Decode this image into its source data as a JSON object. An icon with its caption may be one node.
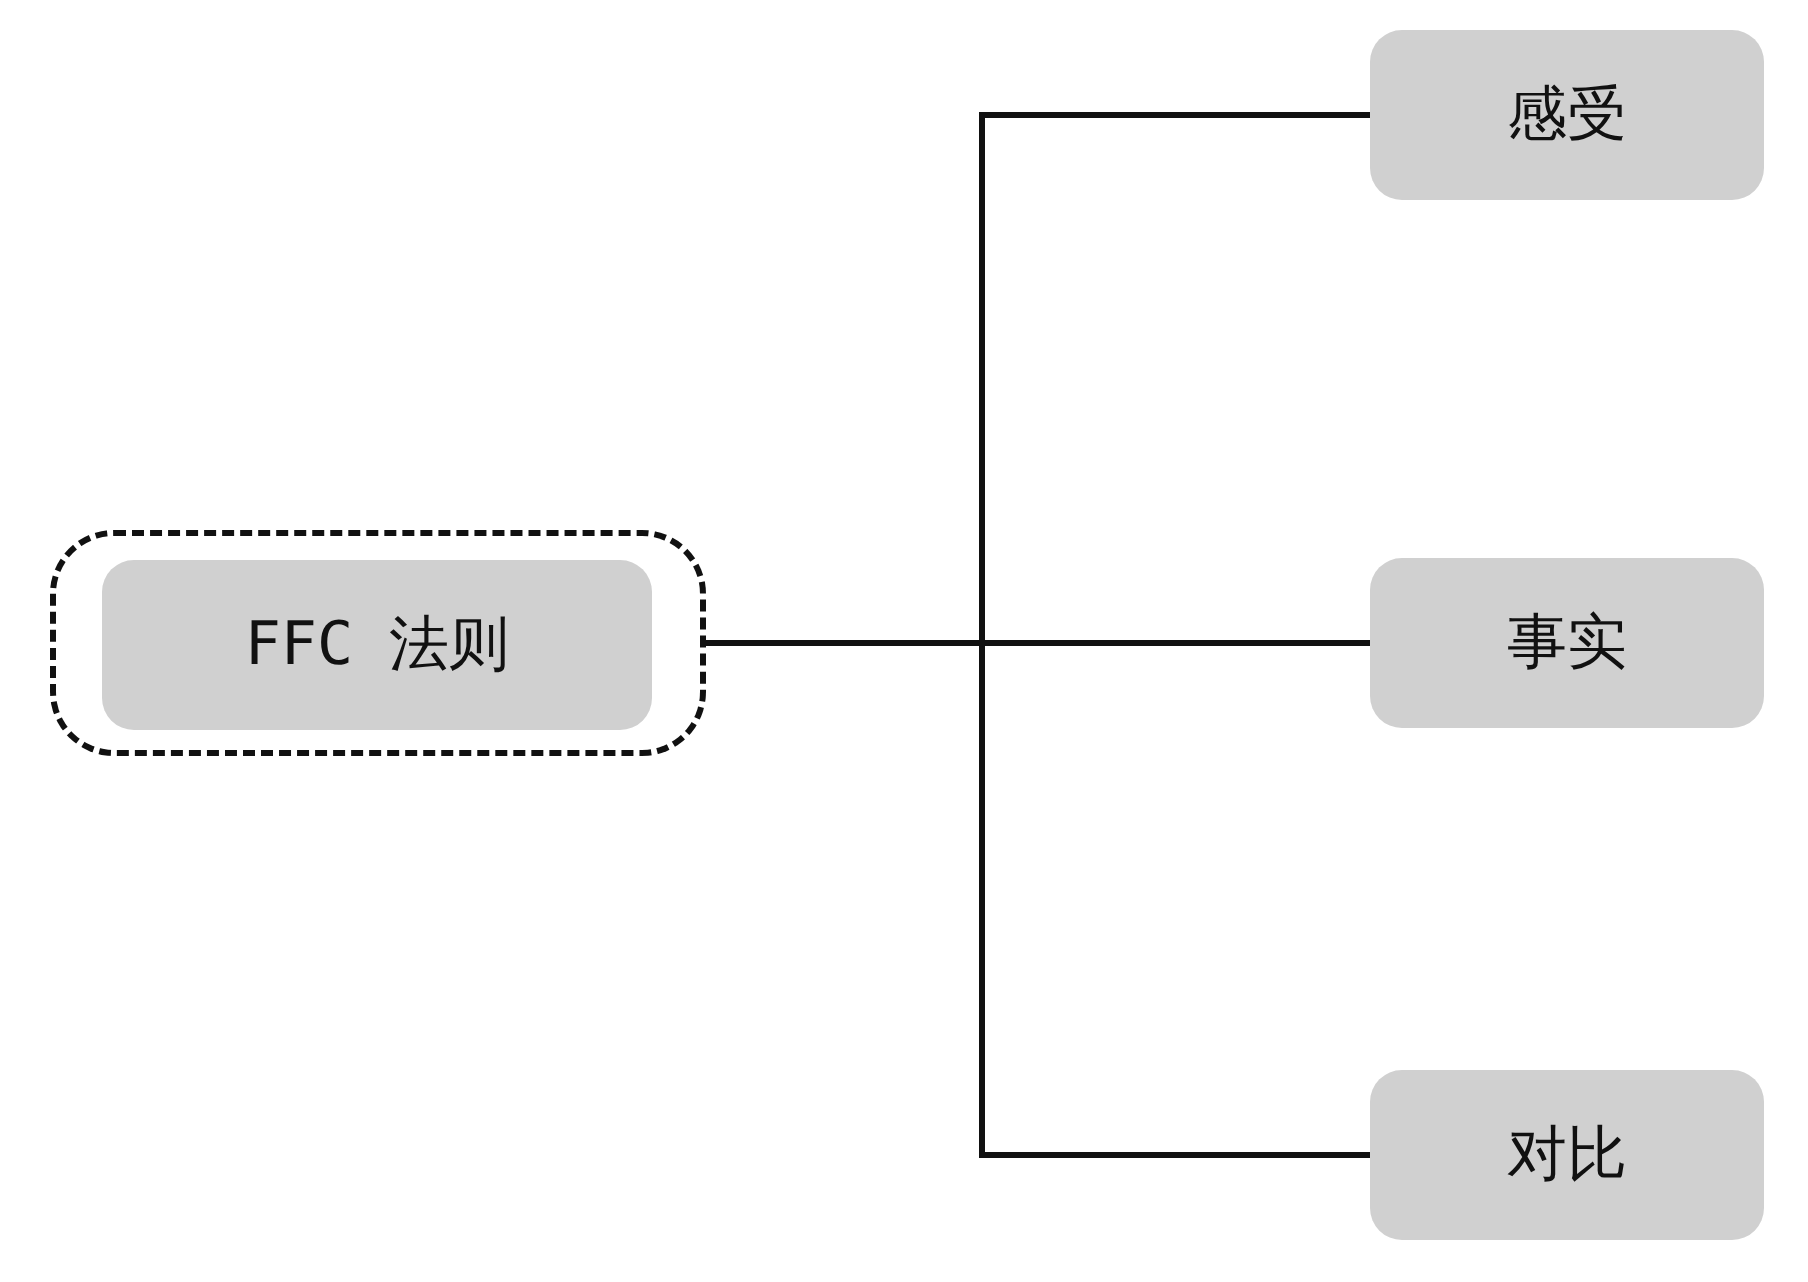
{
  "diagram": {
    "nodes": [
      {
        "text": [],
        "shape": "box"
      },
      {
        "text": [
          "FFC 法则"
        ],
        "in": 0
      },
      {
        "text": [
          "感受"
        ]
      },
      {
        "text": [
          "事实"
        ]
      },
      {
        "text": [
          "对比"
        ]
      }
    ],
    "edges": [
      {
        "from": 0,
        "to": 2,
        "arrow": "none"
      },
      {
        "from": 0,
        "to": 3,
        "arrow": "none"
      },
      {
        "from": 0,
        "to": 4,
        "arrow": "none"
      }
    ]
  }
}
